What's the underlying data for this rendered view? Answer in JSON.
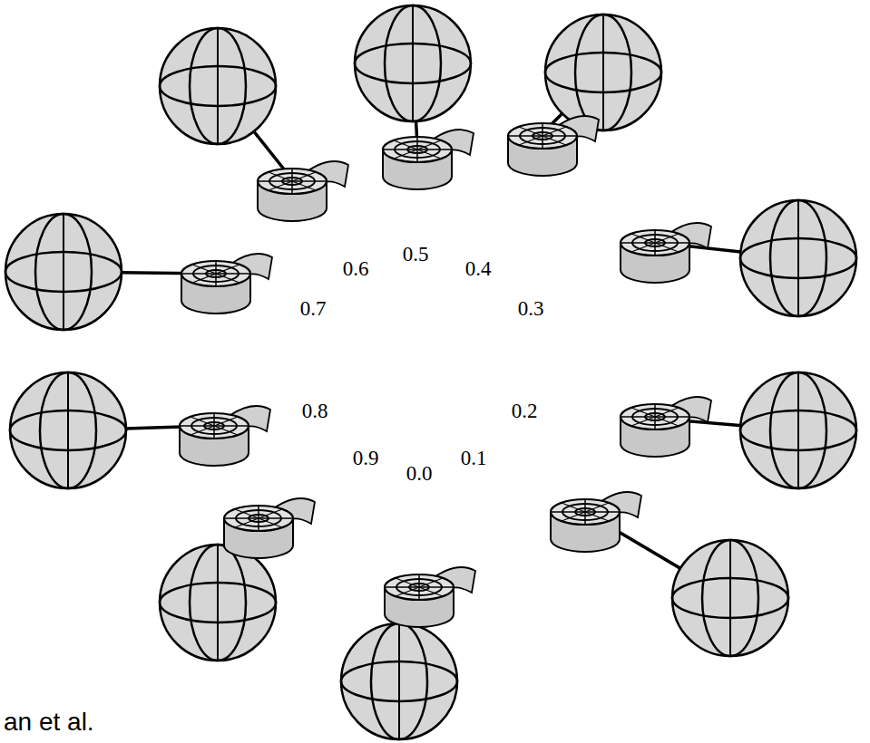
{
  "diagram": {
    "labels": [
      "0.5",
      "0.6",
      "0.4",
      "0.7",
      "0.3",
      "0.8",
      "0.2",
      "0.9",
      "0.0",
      "0.1",
      "an et al."
    ]
  }
}
